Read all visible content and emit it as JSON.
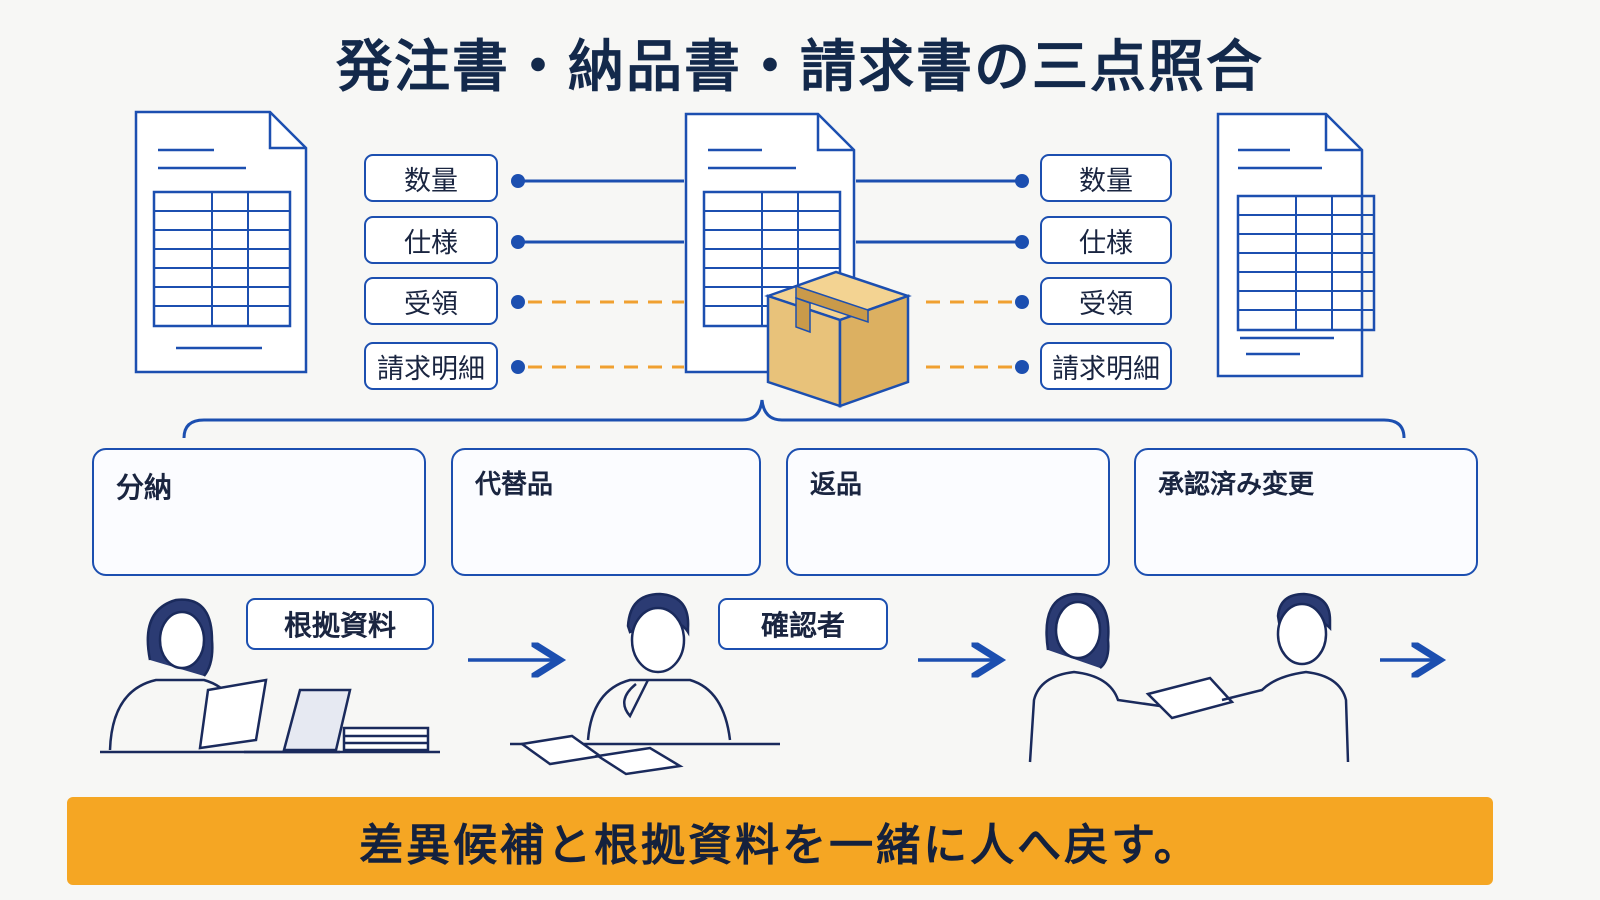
{
  "title": "発注書・納品書・請求書の三点照合",
  "match_labels_left": [
    "数量",
    "仕様",
    "受領",
    "請求明細"
  ],
  "match_labels_right": [
    "数量",
    "仕様",
    "受領",
    "請求明細"
  ],
  "exceptions": [
    {
      "title": "分納"
    },
    {
      "title": "代替品"
    },
    {
      "title": "返品"
    },
    {
      "title": "承認済み変更"
    }
  ],
  "workflow": {
    "evidence_label": "根拠資料",
    "reviewer_label": "確認者"
  },
  "banner": "差異候補と根拠資料を一緒に人へ戻す。",
  "colors": {
    "accent_blue": "#1c4fb0",
    "pending_orange": "#f0a030",
    "banner_orange": "#f5a623",
    "box_tan": "#e8c27a"
  }
}
